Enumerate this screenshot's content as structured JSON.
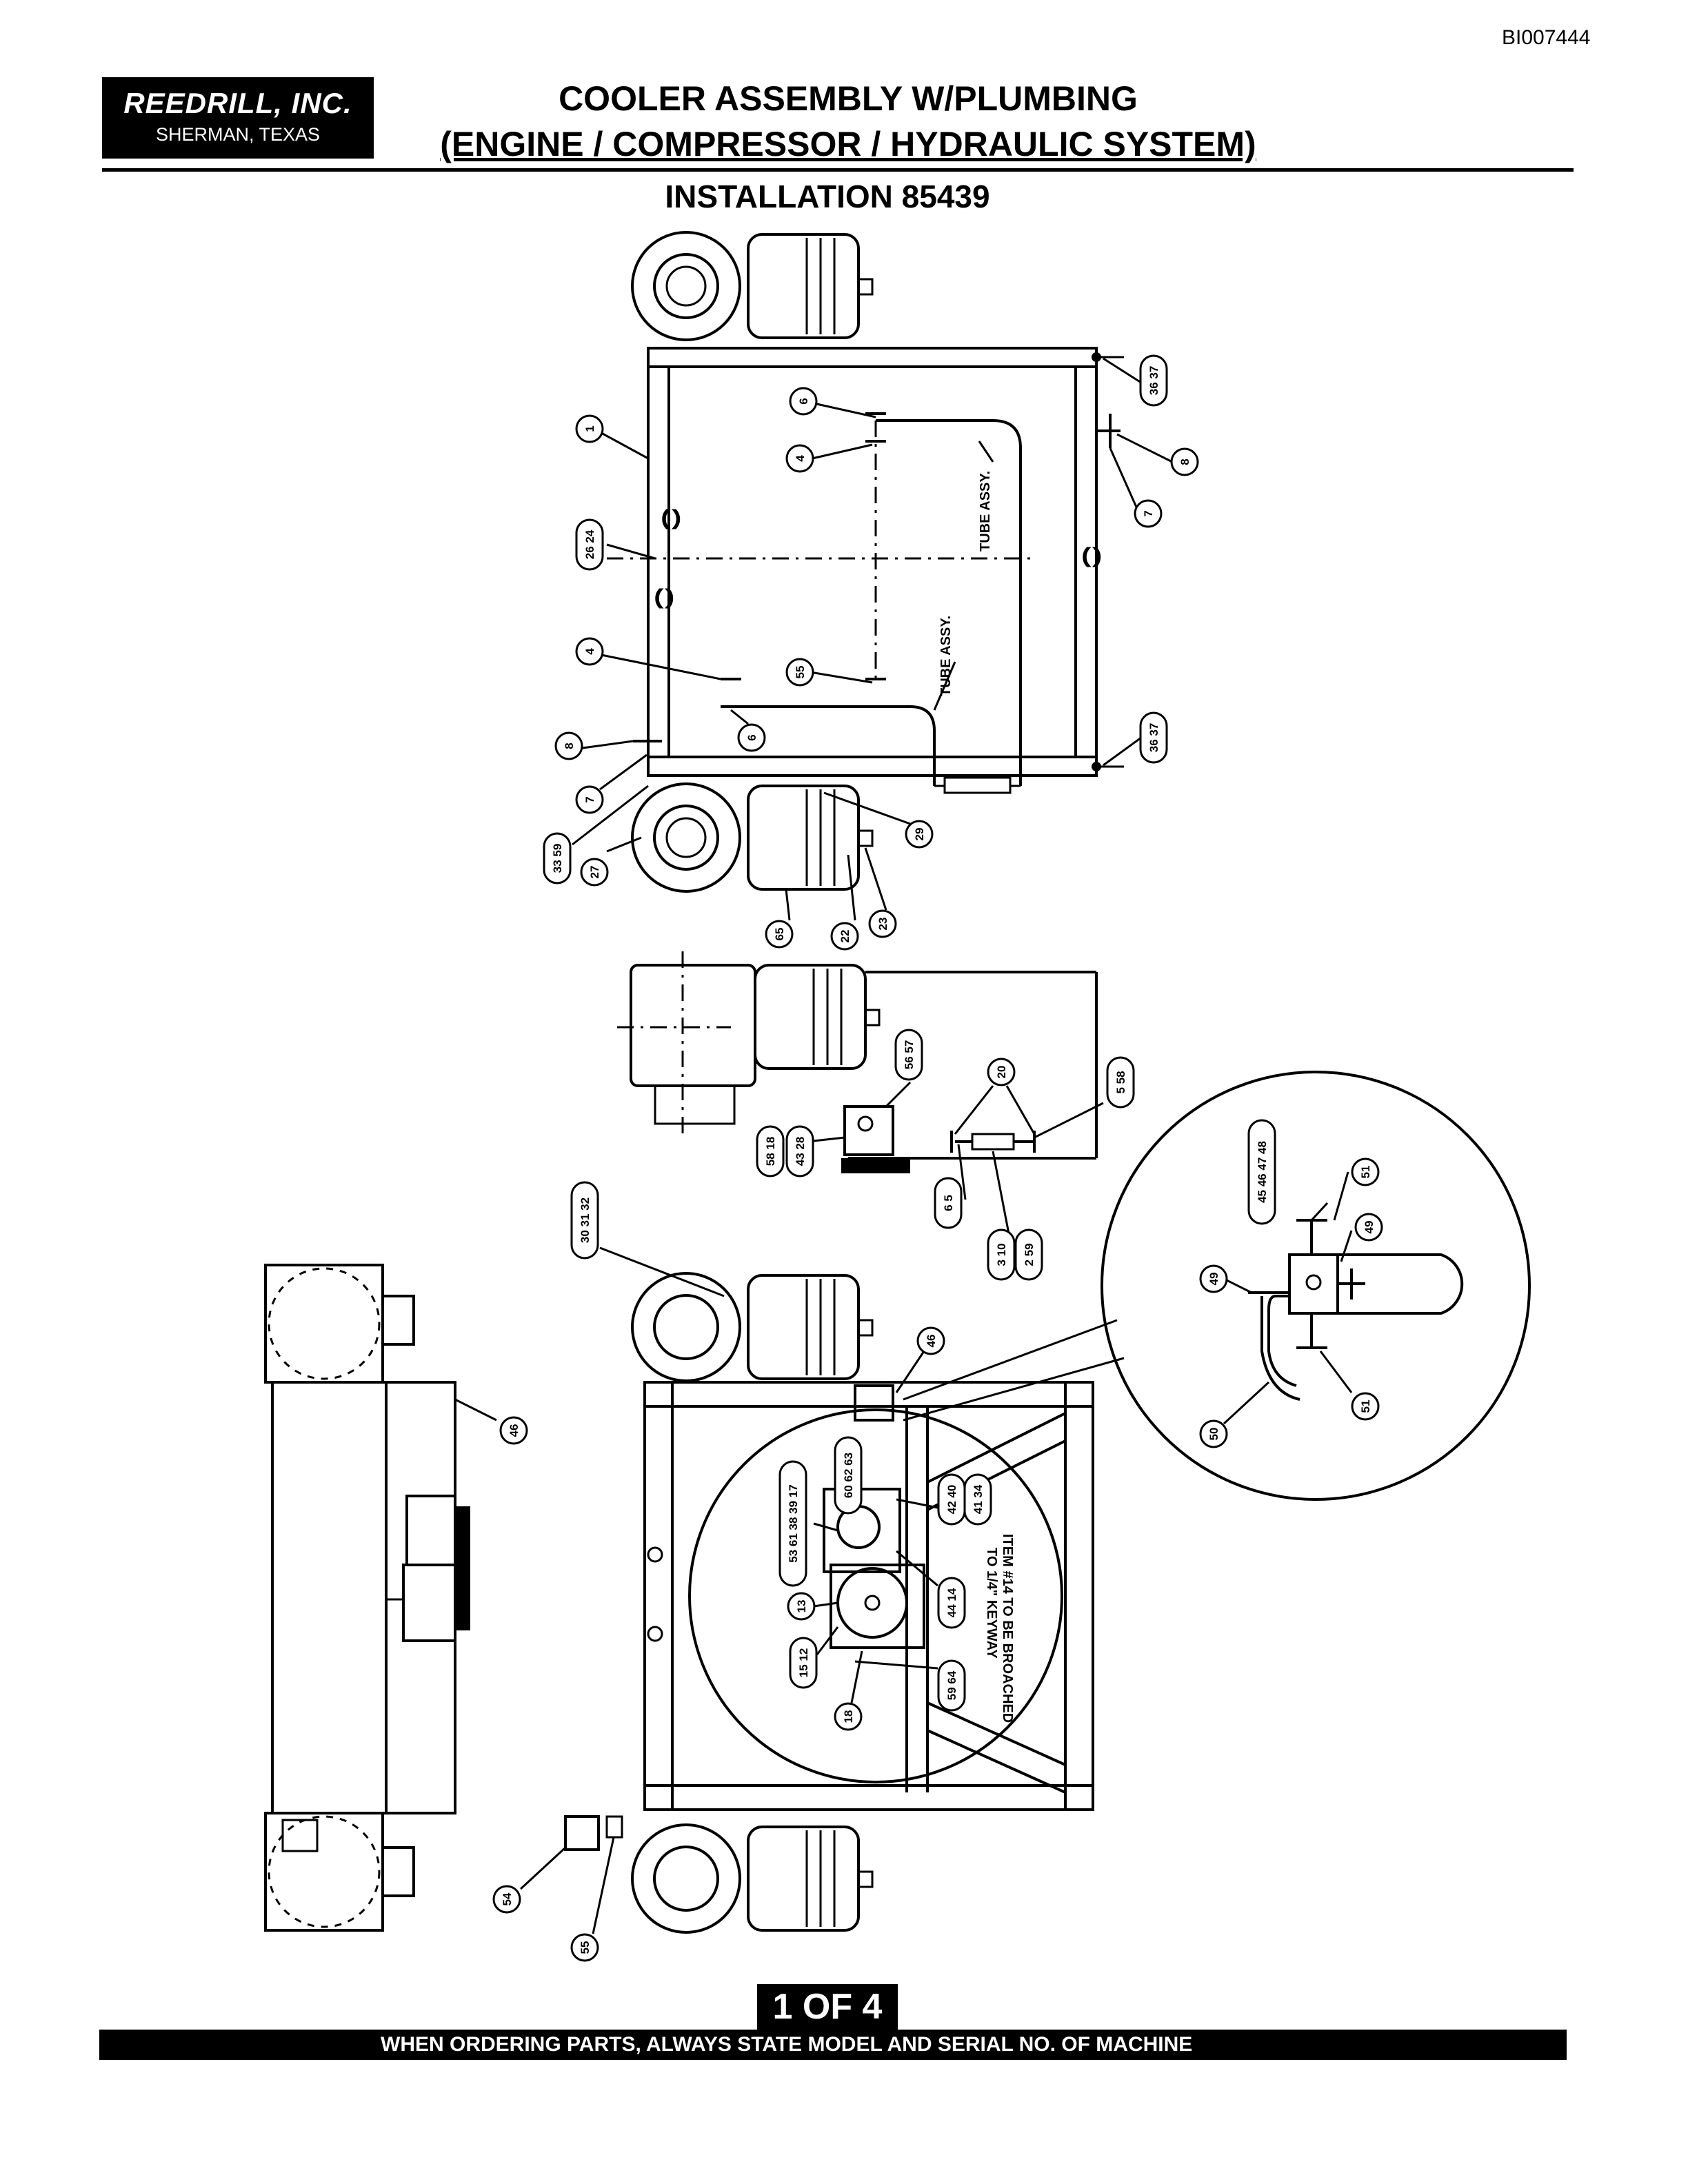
{
  "doc_id": "BI007444",
  "company": {
    "name": "REEDRILL, INC.",
    "city": "SHERMAN, TEXAS"
  },
  "title": {
    "line1": "COOLER ASSEMBLY W/PLUMBING",
    "line2": "(ENGINE / COMPRESSOR / HYDRAULIC SYSTEM)"
  },
  "subtitle": "INSTALLATION 85439",
  "labels": {
    "tube_assy_upper": "TUBE ASSY.",
    "tube_assy_lower": "TUBE ASSY.",
    "broach_note_1": "ITEM #14 TO BE BROACHED",
    "broach_note_2": "TO 1/4\" KEYWAY"
  },
  "balloons": [
    {
      "id": "b1",
      "text": "1"
    },
    {
      "id": "b6a",
      "text": "6"
    },
    {
      "id": "b4a",
      "text": "4"
    },
    {
      "id": "b3637a",
      "text": "36 37"
    },
    {
      "id": "b8a",
      "text": "8"
    },
    {
      "id": "b7a",
      "text": "7"
    },
    {
      "id": "b2624",
      "text": "26 24"
    },
    {
      "id": "b4b",
      "text": "4"
    },
    {
      "id": "b55a",
      "text": "55"
    },
    {
      "id": "b6b",
      "text": "6"
    },
    {
      "id": "b3637b",
      "text": "36 37"
    },
    {
      "id": "b8b",
      "text": "8"
    },
    {
      "id": "b7b",
      "text": "7"
    },
    {
      "id": "b3359",
      "text": "33 59"
    },
    {
      "id": "b27",
      "text": "27"
    },
    {
      "id": "b29",
      "text": "29"
    },
    {
      "id": "b65",
      "text": "65"
    },
    {
      "id": "b22",
      "text": "22"
    },
    {
      "id": "b23",
      "text": "23"
    },
    {
      "id": "b5657",
      "text": "56 57"
    },
    {
      "id": "b20",
      "text": "20"
    },
    {
      "id": "b558",
      "text": "5 58"
    },
    {
      "id": "b5818",
      "text": "58 18"
    },
    {
      "id": "b4328",
      "text": "43 28"
    },
    {
      "id": "b65b",
      "text": "6 5"
    },
    {
      "id": "b310",
      "text": "3 10"
    },
    {
      "id": "b259",
      "text": "2 59"
    },
    {
      "id": "b303132",
      "text": "30 31 32"
    },
    {
      "id": "b45464748",
      "text": "45 46 47 48"
    },
    {
      "id": "b51a",
      "text": "51"
    },
    {
      "id": "b49a",
      "text": "49"
    },
    {
      "id": "b49b",
      "text": "49"
    },
    {
      "id": "b51b",
      "text": "51"
    },
    {
      "id": "b50",
      "text": "50"
    },
    {
      "id": "b46a",
      "text": "46"
    },
    {
      "id": "b46b",
      "text": "46"
    },
    {
      "id": "b606263",
      "text": "60 62 63"
    },
    {
      "id": "b4240",
      "text": "42 40"
    },
    {
      "id": "b4134",
      "text": "41 34"
    },
    {
      "id": "b533839",
      "text": "53 61 38 39 17"
    },
    {
      "id": "b13",
      "text": "13"
    },
    {
      "id": "b4414",
      "text": "44 14"
    },
    {
      "id": "b1512",
      "text": "15 12"
    },
    {
      "id": "b5964",
      "text": "59 64"
    },
    {
      "id": "b18",
      "text": "18"
    },
    {
      "id": "b54",
      "text": "54"
    },
    {
      "id": "b55b",
      "text": "55"
    }
  ],
  "page_number": "1 OF 4",
  "footer": "WHEN ORDERING PARTS, ALWAYS STATE MODEL AND SERIAL NO. OF MACHINE"
}
